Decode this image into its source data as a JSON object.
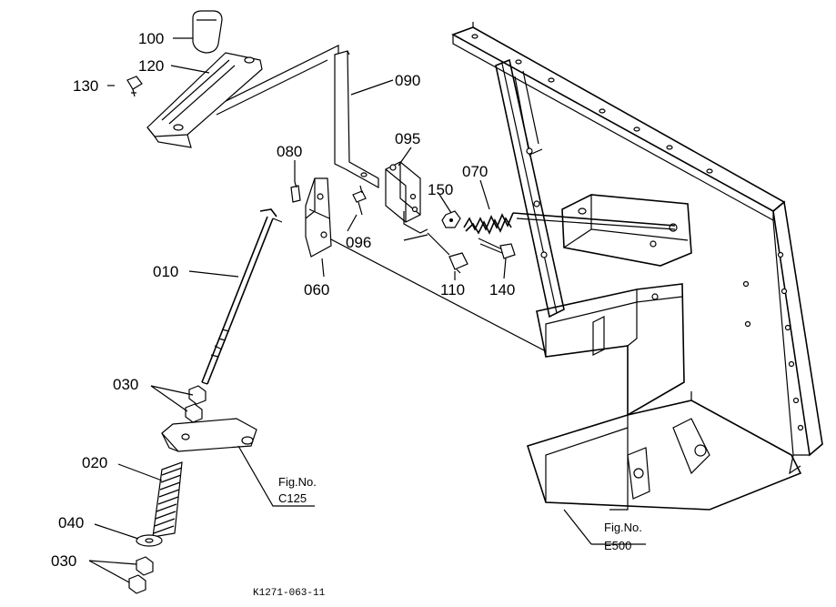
{
  "parts": {
    "p100": "100",
    "p120": "120",
    "p130": "130",
    "p090": "090",
    "p095": "095",
    "p080": "080",
    "p150": "150",
    "p070": "070",
    "p096": "096",
    "p060": "060",
    "p110": "110",
    "p140": "140",
    "p010": "010",
    "p030a": "030",
    "p020": "020",
    "p040": "040",
    "p030b": "030"
  },
  "references": {
    "c125_title": "Fig.No.",
    "c125_code": "C125",
    "e500_title": "Fig.No.",
    "e500_code": "E500"
  },
  "caption": "K1271-063-11"
}
